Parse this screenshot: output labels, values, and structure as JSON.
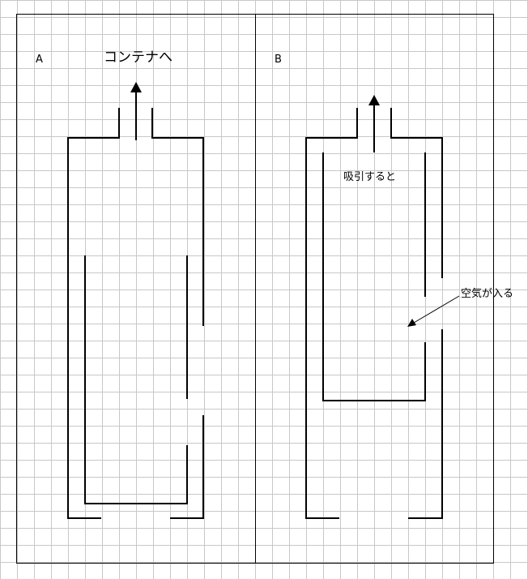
{
  "panel_a": {
    "label": "A",
    "arrow_label": "コンテナへ"
  },
  "panel_b": {
    "label": "B",
    "suction_label": "吸引すると",
    "air_label": "空気が入る"
  },
  "colors": {
    "line": "#000000",
    "grid": "#c8c8c8",
    "background": "#ffffff"
  }
}
